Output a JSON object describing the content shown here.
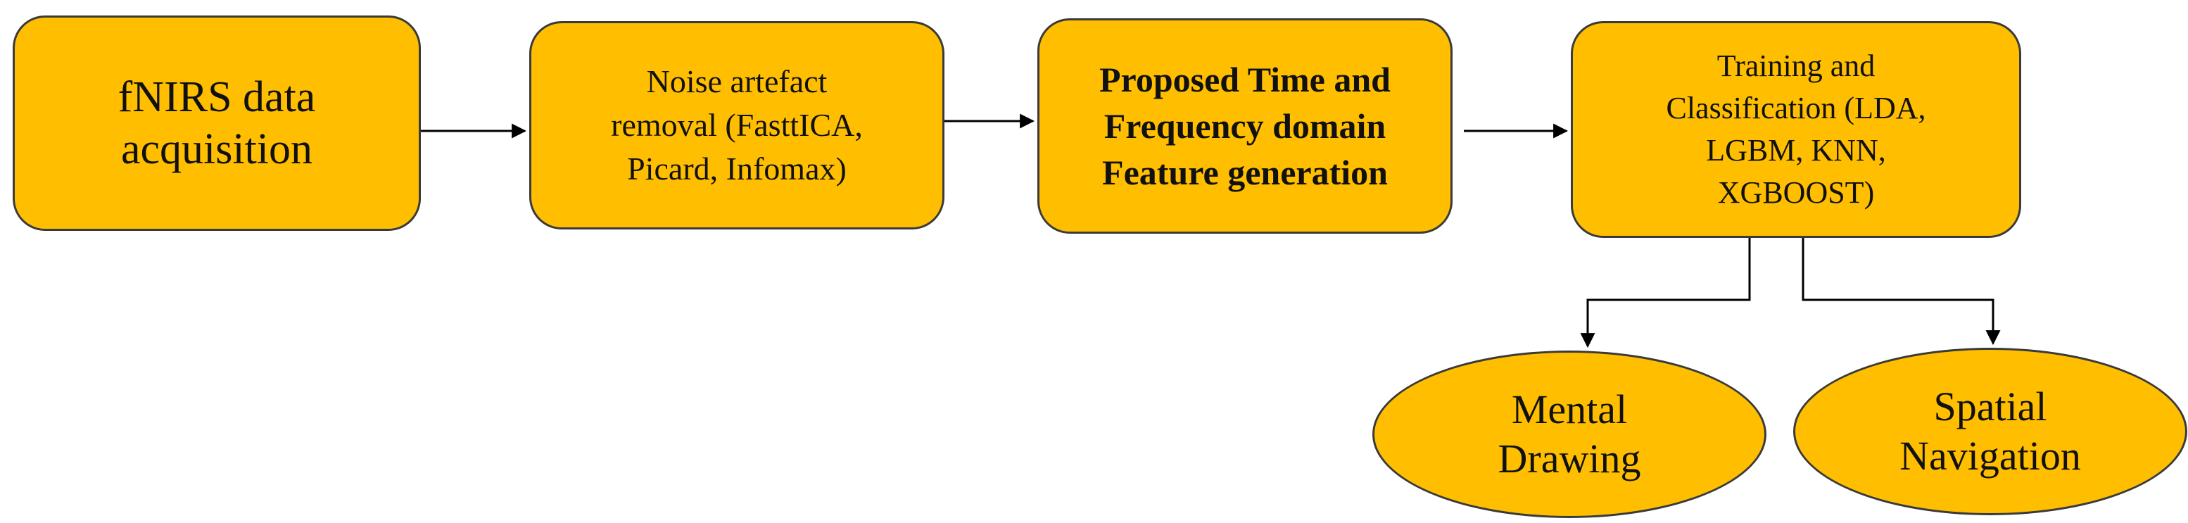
{
  "colors": {
    "node_fill": "#FFBE00",
    "node_border": "#3a3a3a",
    "arrow": "#000000"
  },
  "nodes": {
    "acquisition": {
      "lines": [
        "fNIRS data",
        "acquisition"
      ]
    },
    "noise_removal": {
      "lines": [
        "Noise artefact",
        "removal (FasttICA,",
        "Picard, Infomax)"
      ]
    },
    "features": {
      "lines": [
        "Proposed Time and",
        "Frequency domain",
        "Feature generation"
      ]
    },
    "classification": {
      "lines": [
        "Training and",
        "Classification (LDA,",
        "LGBM, KNN,",
        "XGBOOST)"
      ]
    },
    "mental_drawing": {
      "lines": [
        "Mental",
        "Drawing"
      ]
    },
    "spatial_navigation": {
      "lines": [
        "Spatial",
        "Navigation"
      ]
    }
  }
}
